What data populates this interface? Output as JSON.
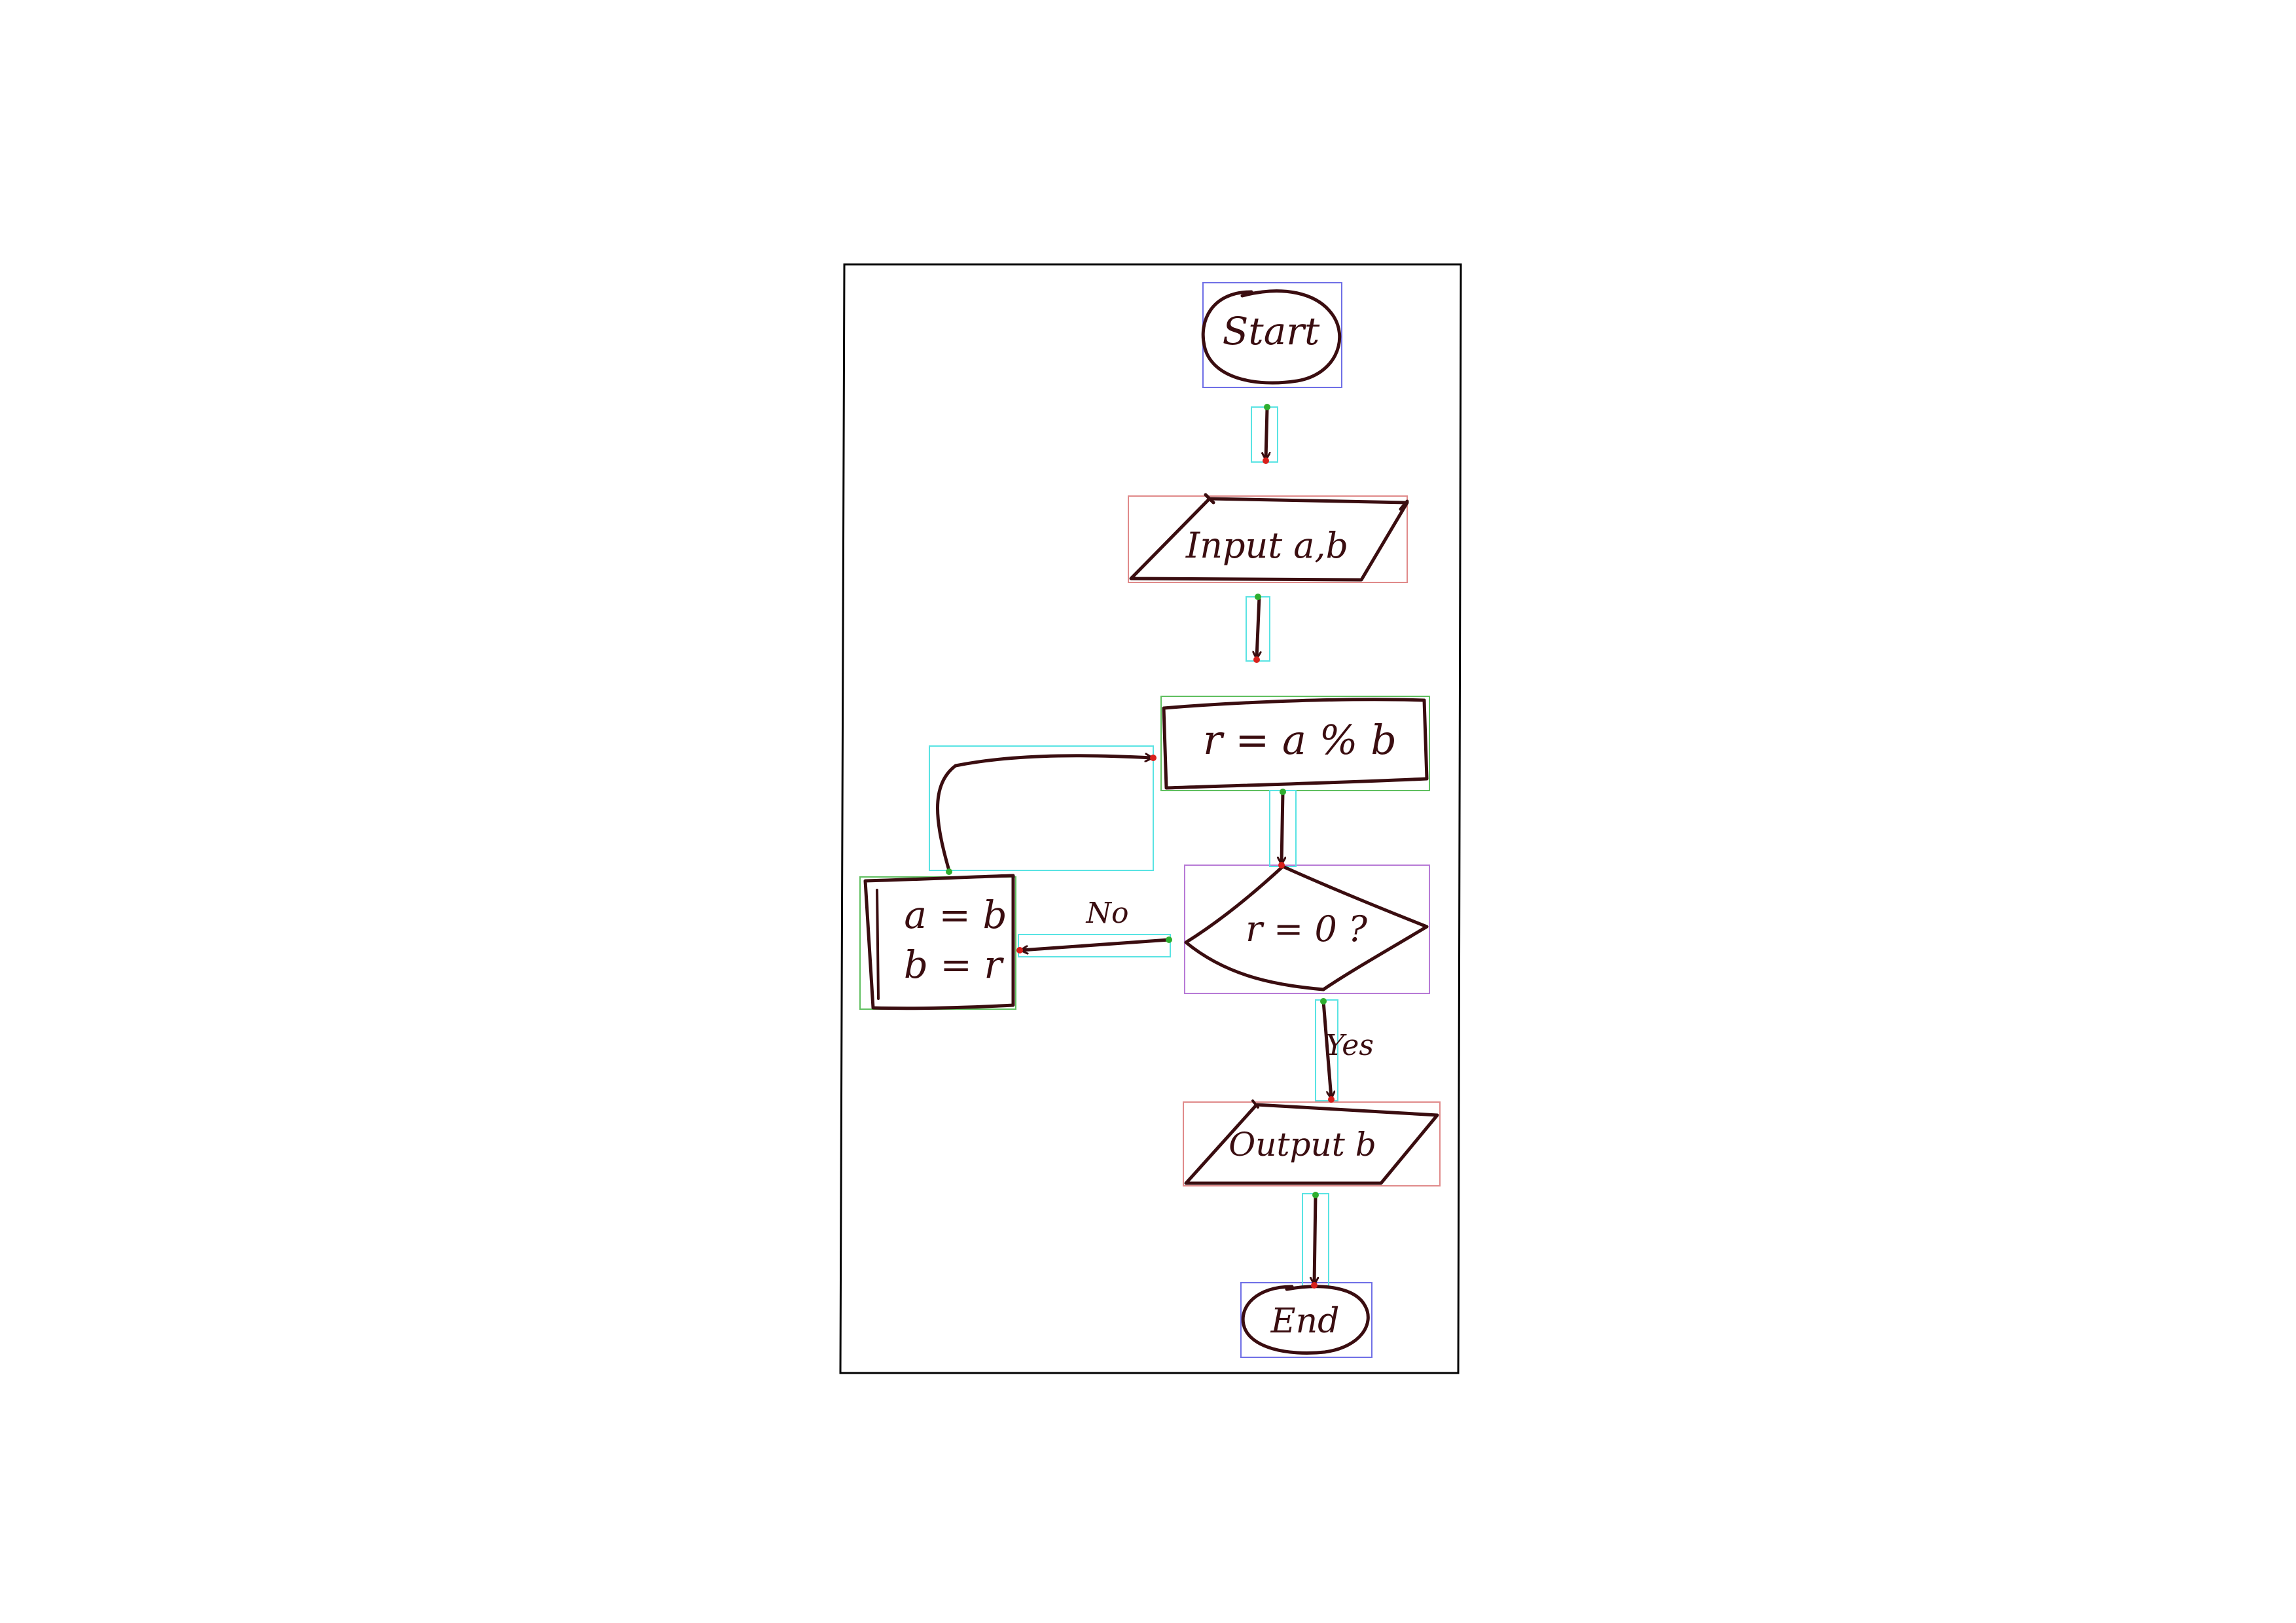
{
  "diagram": {
    "type": "flowchart",
    "style": "hand-drawn",
    "colors": {
      "ink": "#3a0d10",
      "oval_box": "#6f6fe6",
      "parallelogram_box": "#e08a8a",
      "rectangle_box": "#5fbf5f",
      "decision_box": "#b77ad6",
      "arrow_box": "#59e3e3",
      "arrow_head_marker": "#d8201c",
      "arrow_tail_marker": "#2fae2f"
    },
    "nodes": {
      "start": {
        "shape": "oval",
        "label": "Start"
      },
      "input": {
        "shape": "parallelogram",
        "label": "Input a,b"
      },
      "compute": {
        "shape": "rectangle",
        "label": "r = a % b"
      },
      "decision": {
        "shape": "diamond",
        "label": "r = 0 ?"
      },
      "swap": {
        "shape": "rectangle",
        "label_lines": [
          "a = b",
          "b = r"
        ]
      },
      "output": {
        "shape": "parallelogram",
        "label": "Output b"
      },
      "end": {
        "shape": "oval",
        "label": "End"
      }
    },
    "edges": [
      {
        "from": "start",
        "to": "input",
        "label": ""
      },
      {
        "from": "input",
        "to": "compute",
        "label": ""
      },
      {
        "from": "compute",
        "to": "decision",
        "label": ""
      },
      {
        "from": "decision",
        "to": "swap",
        "label": "No"
      },
      {
        "from": "swap",
        "to": "compute",
        "label": ""
      },
      {
        "from": "decision",
        "to": "output",
        "label": "Yes"
      },
      {
        "from": "output",
        "to": "end",
        "label": ""
      }
    ]
  }
}
